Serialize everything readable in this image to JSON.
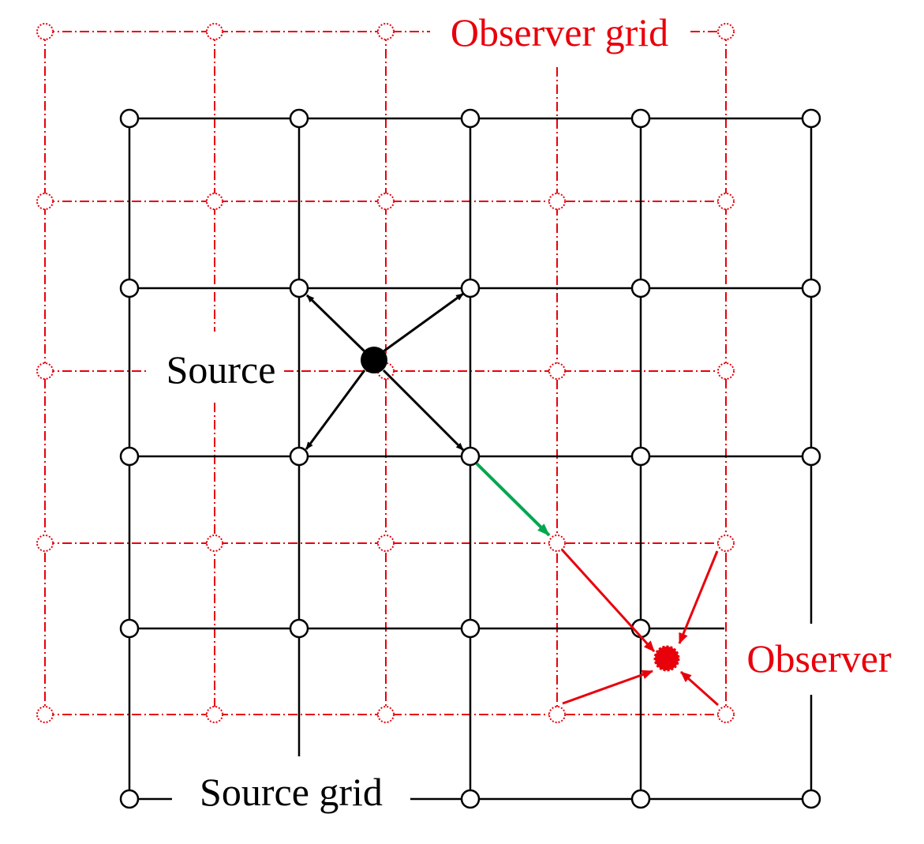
{
  "labels": {
    "observer_grid": "Observer grid",
    "source": "Source",
    "observer": "Observer",
    "source_grid": "Source grid"
  },
  "colors": {
    "source_grid": "#000000",
    "observer_grid": "#e8000b",
    "transfer_arrow": "#00a650",
    "background": "#ffffff"
  },
  "icons": {
    "source_point": "filled-black-circle",
    "observer_point": "filled-red-dashed-circle",
    "grid_node": "hollow-circle"
  }
}
